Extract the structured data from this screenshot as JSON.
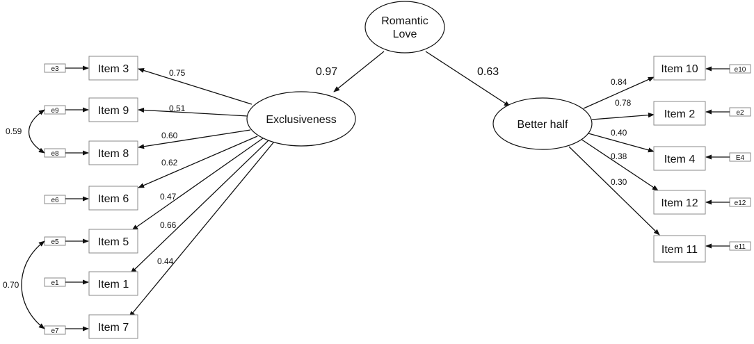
{
  "latent": {
    "romantic_love": {
      "line1": "Romantic",
      "line2": "Love"
    },
    "exclusiveness": "Exclusiveness",
    "better_half": "Better half"
  },
  "structural_paths": [
    {
      "from": "Romantic Love",
      "to": "Exclusiveness",
      "coefficient": "0.97"
    },
    {
      "from": "Romantic Love",
      "to": "Better half",
      "coefficient": "0.63"
    }
  ],
  "exclusiveness_items": [
    {
      "item": "Item 3",
      "error": "e3",
      "loading": "0.75"
    },
    {
      "item": "Item 9",
      "error": "e9",
      "loading": "0.51"
    },
    {
      "item": "Item 8",
      "error": "e8",
      "loading": "0.60"
    },
    {
      "item": "Item 6",
      "error": "e6",
      "loading": "0.62"
    },
    {
      "item": "Item 5",
      "error": "e5",
      "loading": "0.47"
    },
    {
      "item": "Item 1",
      "error": "e1",
      "loading": "0.66"
    },
    {
      "item": "Item 7",
      "error": "e7",
      "loading": "0.44"
    }
  ],
  "better_half_items": [
    {
      "item": "Item 10",
      "error": "e10",
      "loading": "0.84"
    },
    {
      "item": "Item 2",
      "error": "e2",
      "loading": "0.78"
    },
    {
      "item": "Item 4",
      "error": "E4",
      "loading": "0.40"
    },
    {
      "item": "Item 12",
      "error": "e12",
      "loading": "0.38"
    },
    {
      "item": "Item 11",
      "error": "e11",
      "loading": "0.30"
    }
  ],
  "error_covariances": [
    {
      "between": [
        "e9",
        "e8"
      ],
      "value": "0.59"
    },
    {
      "between": [
        "e5",
        "e7"
      ],
      "value": "0.70"
    }
  ]
}
